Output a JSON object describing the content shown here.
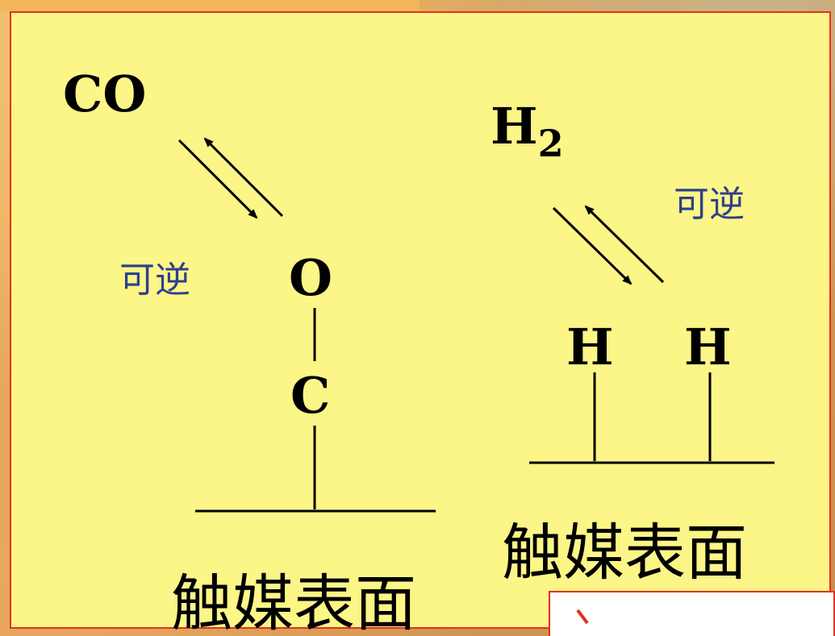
{
  "diagram": {
    "left_molecule": "CO",
    "right_molecule_base": "H",
    "right_molecule_sub": "2",
    "adsorbed_top_left": "O",
    "adsorbed_bottom_left": "C",
    "adsorbed_right_1": "H",
    "adsorbed_right_2": "H",
    "left_reversible_label": "可逆",
    "right_reversible_label": "可逆",
    "left_surface_label": "触媒表面",
    "right_surface_label": "触媒表面"
  },
  "colors": {
    "slide_background": "#fcf587",
    "border": "#e0321e",
    "label_blue": "#2e3f8f"
  }
}
